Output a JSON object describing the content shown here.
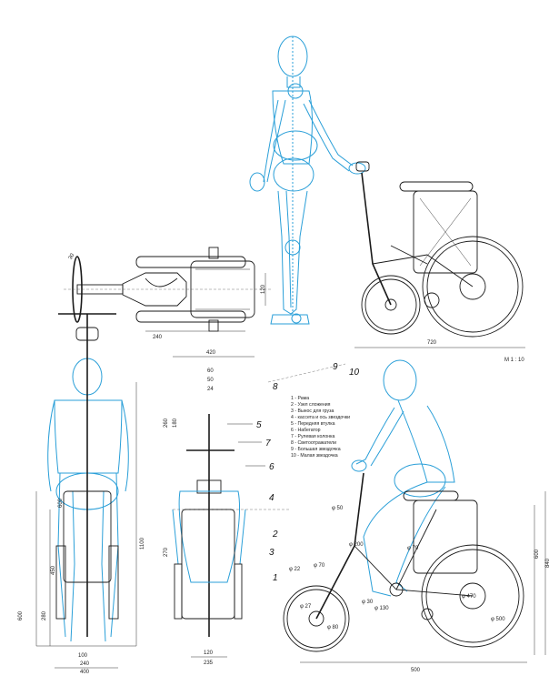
{
  "scale": "M 1 : 10",
  "dimensions": {
    "side_length": "720",
    "top_length": "240",
    "top_height": "120",
    "top_handle": "30",
    "front_width": "420",
    "front_d1": "60",
    "front_d2": "50",
    "front_d3": "24",
    "front_h1": "260",
    "front_h2": "180",
    "front_h3": "270",
    "front_bottom1": "120",
    "front_bottom2": "235",
    "rider_h1": "1100",
    "rider_h2": "450",
    "rider_h3": "600",
    "rider_h4": "280",
    "rider_h5": "600",
    "rider_w1": "100",
    "rider_w2": "240",
    "rider_w3": "400",
    "seat_side_w": "500",
    "seat_side_h1": "600",
    "seat_side_h2": "840",
    "phi_50": "φ 50",
    "phi_200": "φ 200",
    "phi_70a": "φ 70",
    "phi_22": "φ 22",
    "phi_70b": "φ 70",
    "phi_27": "φ 27",
    "phi_30": "φ 30",
    "phi_80": "φ 80",
    "phi_130": "φ 130",
    "phi_500": "φ 500",
    "phi_470": "φ 470"
  },
  "callouts": [
    "1",
    "2",
    "3",
    "4",
    "5",
    "6",
    "7",
    "8",
    "9",
    "10"
  ],
  "legend": [
    "1 - Рама",
    "2 - Узел сложения",
    "3 - Вынос для груза",
    "4 - кассета и ось звездочки",
    "5 - Передняя втулка",
    "6 - Набегатор",
    "7 - Рулевая колонка",
    "8 - Светоотражатели",
    "9 - Большая звездочка",
    "10 - Малая звездочка"
  ]
}
